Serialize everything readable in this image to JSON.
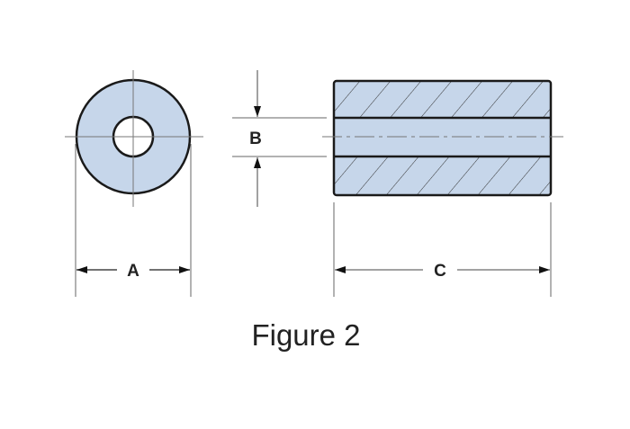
{
  "figure": {
    "caption": "Figure 2",
    "dimension_labels": {
      "a": "A",
      "b": "B",
      "c": "C"
    }
  },
  "colors": {
    "fill": "#c6d6ea",
    "outline": "#1a1a1a",
    "dim_line": "#666666"
  }
}
